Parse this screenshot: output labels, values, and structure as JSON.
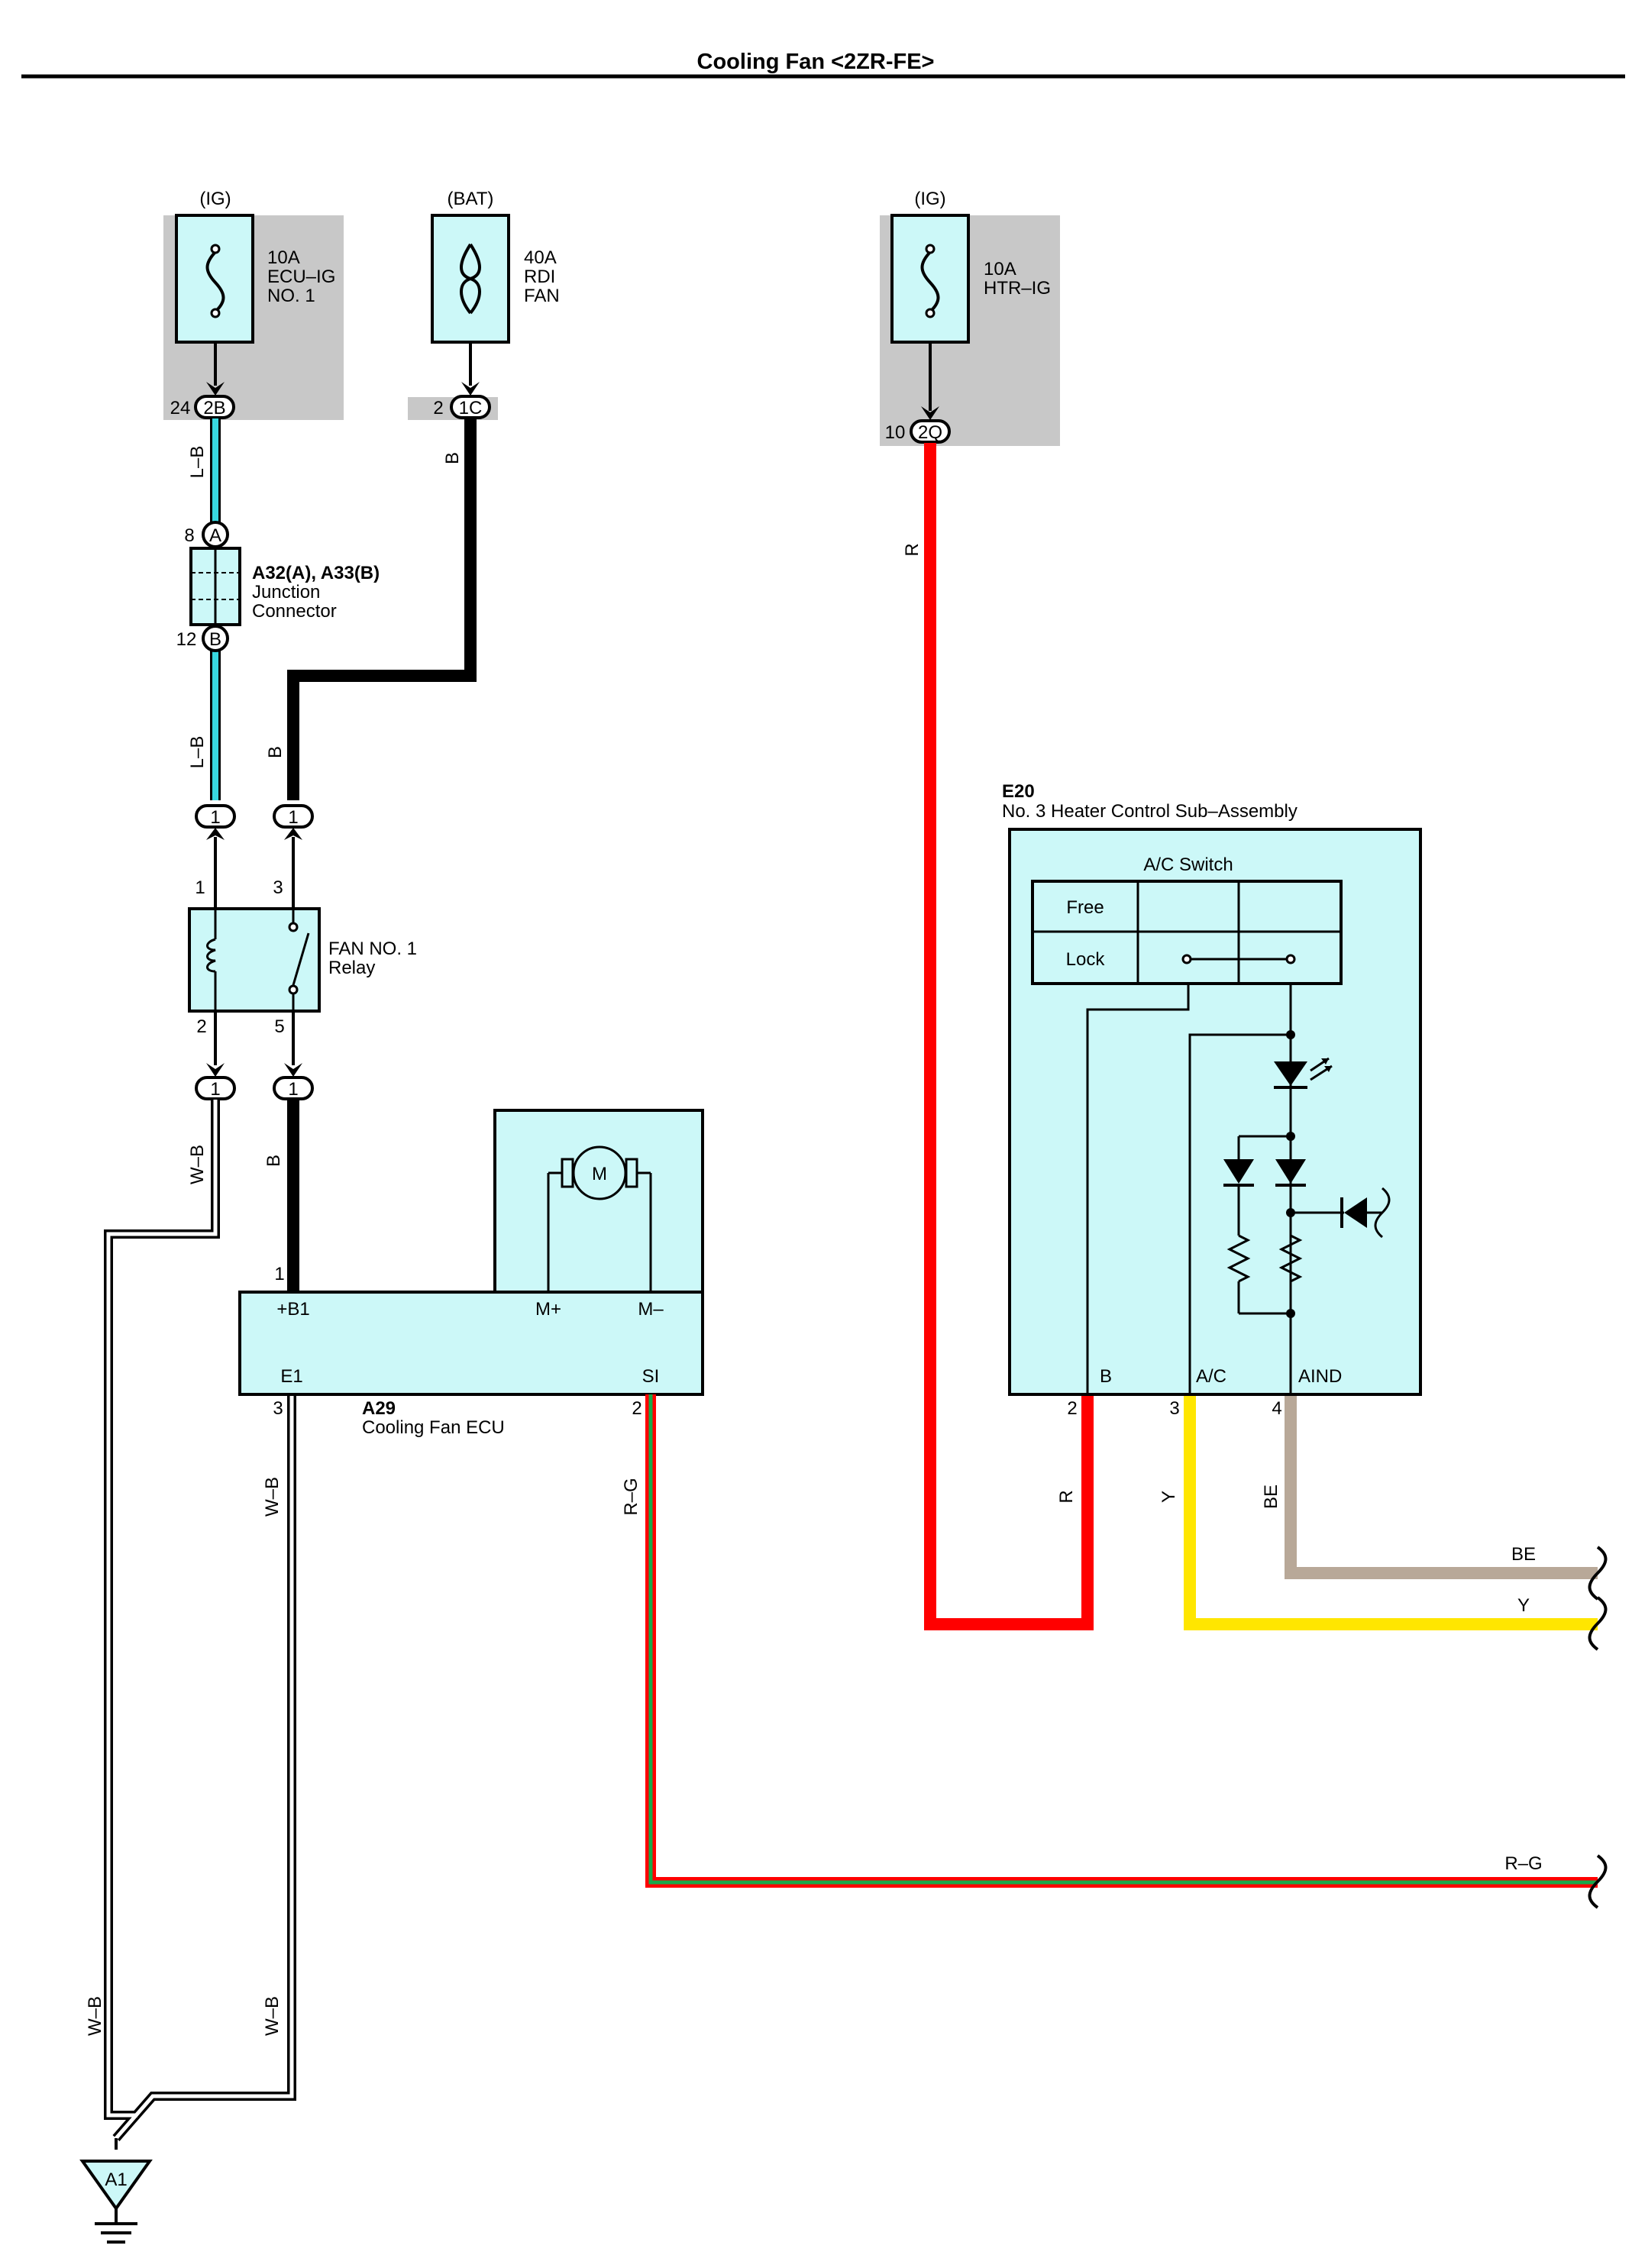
{
  "title": "Cooling Fan <2ZR-FE>",
  "fuses": [
    {
      "source": "(IG)",
      "rating": "10A",
      "name_line1": "ECU–IG",
      "name_line2": "NO. 1",
      "pin": "24",
      "connector": "2B"
    },
    {
      "source": "(BAT)",
      "rating": "40A",
      "name_line1": "RDI",
      "name_line2": "FAN",
      "pin": "2",
      "connector": "1C"
    },
    {
      "source": "(IG)",
      "rating": "10A",
      "name_line1": "HTR–IG",
      "name_line2": "",
      "pin": "10",
      "connector": "2Q"
    }
  ],
  "junction_connector": {
    "id": "A32(A), A33(B)",
    "name_line1": "Junction",
    "name_line2": "Connector",
    "top_pin": "8",
    "top_label": "A",
    "bottom_pin": "12",
    "bottom_label": "B"
  },
  "relay": {
    "name_line1": "FAN NO. 1",
    "name_line2": "Relay",
    "pins": {
      "p1": "1",
      "p2": "2",
      "p3": "3",
      "p5": "5"
    },
    "connector_label": "1"
  },
  "ecu": {
    "id": "A29",
    "name": "Cooling Fan ECU",
    "terminals": {
      "b1": "+B1",
      "mplus": "M+",
      "mminus": "M–",
      "e1": "E1",
      "si": "SI"
    },
    "pins": {
      "b1": "1",
      "e1": "3",
      "si": "2"
    },
    "motor_label": "M"
  },
  "heater_control": {
    "id": "E20",
    "name": "No. 3 Heater Control Sub–Assembly",
    "switch_title": "A/C Switch",
    "switch_rows": [
      "Free",
      "Lock"
    ],
    "terminals": {
      "b": "B",
      "ac": "A/C",
      "aind": "AIND"
    },
    "pins": {
      "b": "2",
      "ac": "3",
      "aind": "4"
    }
  },
  "ground": {
    "label": "A1"
  },
  "wire_labels": {
    "lb": "L–B",
    "b": "B",
    "r": "R",
    "wb": "W–B",
    "rg": "R–G",
    "y": "Y",
    "be": "BE"
  },
  "colors": {
    "lb_fill": "#38d8e0",
    "red": "#ff0000",
    "yellow": "#ffe600",
    "beige": "#b8a898",
    "green": "#1aa84a",
    "panel": "#c8c8c8",
    "component_fill": "#ccf8f8"
  },
  "icons": [
    "fuse-icon",
    "fusible-link-icon",
    "relay-coil-icon",
    "relay-switch-icon",
    "motor-icon",
    "led-icon",
    "diode-icon",
    "resistor-icon",
    "ground-icon",
    "wire-break-icon"
  ]
}
